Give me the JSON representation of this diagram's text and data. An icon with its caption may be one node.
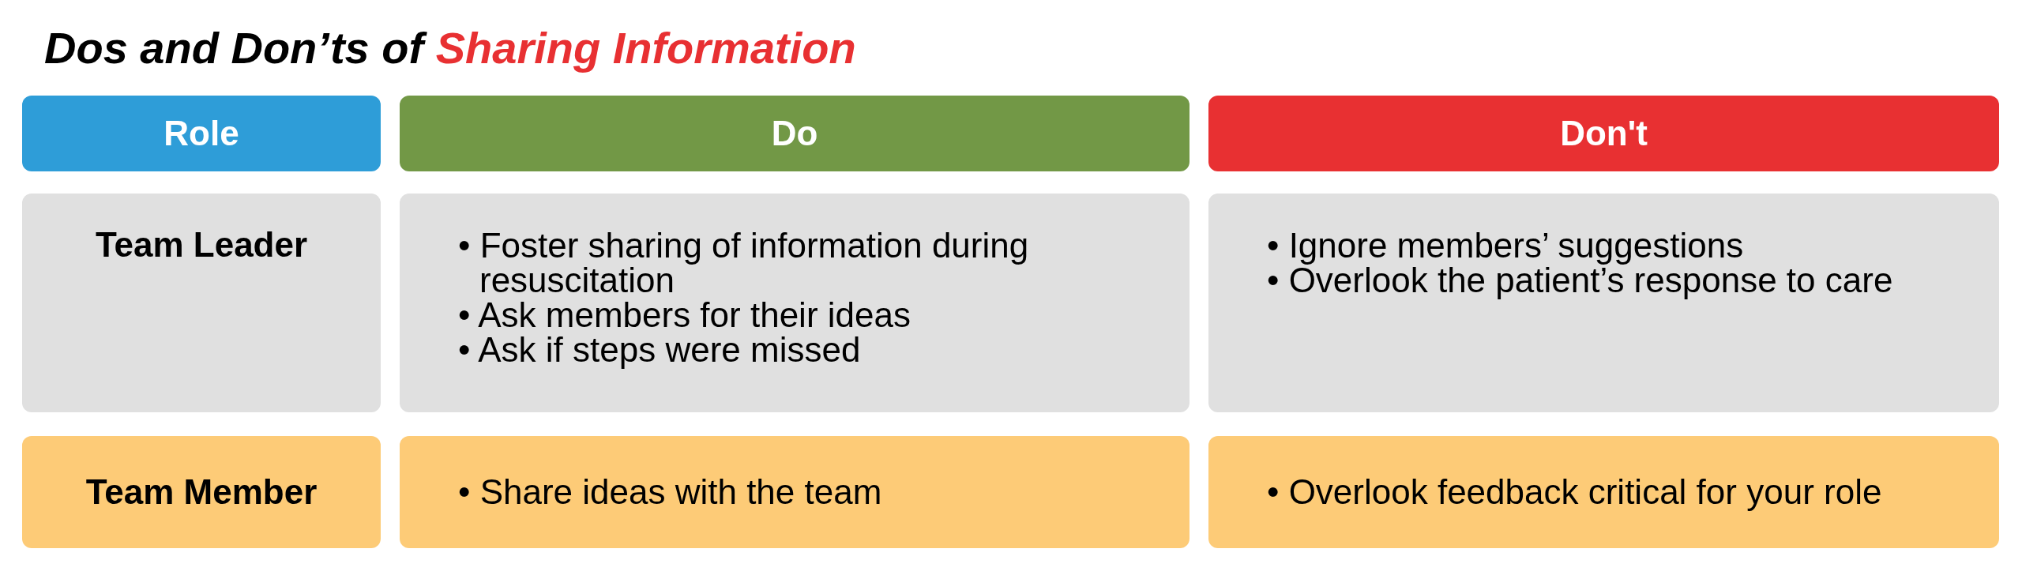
{
  "diagram": {
    "title": "Dos and Don’ts of Sharing Information",
    "nodes": [
      {
        "text": [
          "Role"
        ]
      },
      {
        "text": [
          "Do"
        ]
      },
      {
        "text": [
          "Don't"
        ]
      },
      {
        "text": [
          "Team Leader"
        ]
      },
      {
        "text": [
          "• Foster sharing of information during resuscitation",
          "• Ask members for their ideas",
          "• Ask if steps were missed"
        ]
      },
      {
        "text": [
          "• Ignore members’ suggestions",
          "• Overlook the patient’s response to care"
        ]
      },
      {
        "text": [
          "Team Member"
        ]
      },
      {
        "text": [
          "• Share ideas with the team"
        ]
      },
      {
        "text": [
          "• Overlook feedback critical for your role"
        ]
      }
    ]
  }
}
